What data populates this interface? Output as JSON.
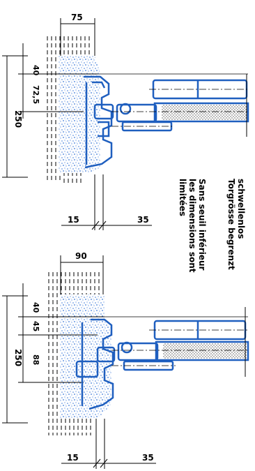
{
  "colors": {
    "steel": "#1f5fbf",
    "concrete_dot": "#3a78d8",
    "line": "#000000",
    "background": "#ffffff"
  },
  "top_detail": {
    "width_dim": "75",
    "dim_40": "40",
    "dim_72_5": "72,5",
    "dim_250": "250",
    "dim_15": "15",
    "dim_35": "35"
  },
  "bottom_detail": {
    "width_dim": "90",
    "dim_40": "40",
    "dim_45": "45",
    "dim_88": "88",
    "dim_250": "250",
    "dim_15": "15",
    "dim_35": "35"
  },
  "notes": {
    "de_line1": "schwellenlos",
    "de_line2": "Torgrösse begrenzt",
    "fr_line1": "Sans seuil inférieur",
    "fr_line2": "les dimensions sont",
    "fr_line3": "limitées"
  }
}
